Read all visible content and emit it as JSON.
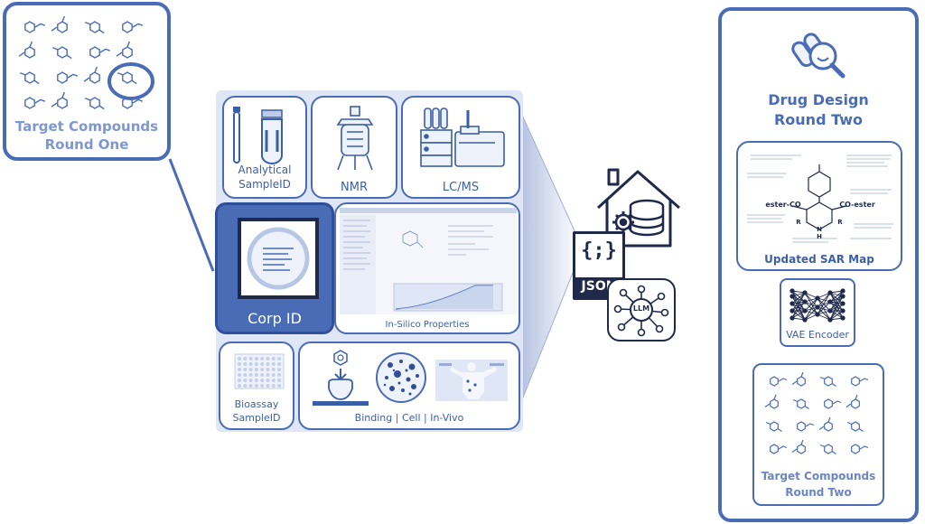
{
  "colors": {
    "primary": "#4a6bb5",
    "dark": "#2f4f9a",
    "light": "#cfd9ef",
    "pale": "#e6ecf8"
  },
  "round_one": {
    "title_line1": "Target Compounds",
    "title_line2": "Round One"
  },
  "tiles": {
    "analytical": "Analytical\nSampleID",
    "nmr": "NMR",
    "lcms": "LC/MS",
    "corp_id": "Corp ID",
    "insilico": "In-Silico Properties",
    "bioassay": "Bioassay\nSampleID",
    "binding": "Binding | Cell | In-Vivo"
  },
  "json_label": "JSON",
  "json_glyph": "{;}",
  "llm_label": "LLM",
  "right_panel": {
    "title_line1": "Drug Design",
    "title_line2": "Round Two",
    "sar_map": {
      "label": "Updated SAR Map",
      "left_ester": "ester-CO",
      "right_ester": "CO-ester",
      "r_group_label": "R",
      "atom_n": "N",
      "atom_h": "H"
    },
    "vae_label": "VAE Encoder",
    "round_two_line1": "Target Compounds",
    "round_two_line2": "Round Two"
  },
  "icons": [
    "molecule-icon",
    "magnifier-icon",
    "vial-icon",
    "nmr-instrument-icon",
    "lcms-instrument-icon",
    "document-icon",
    "home-database-icon",
    "gear-icon",
    "database-icon",
    "json-file-icon",
    "network-icon",
    "neural-network-icon",
    "protein-binding-icon",
    "cell-culture-icon",
    "human-body-icon"
  ]
}
